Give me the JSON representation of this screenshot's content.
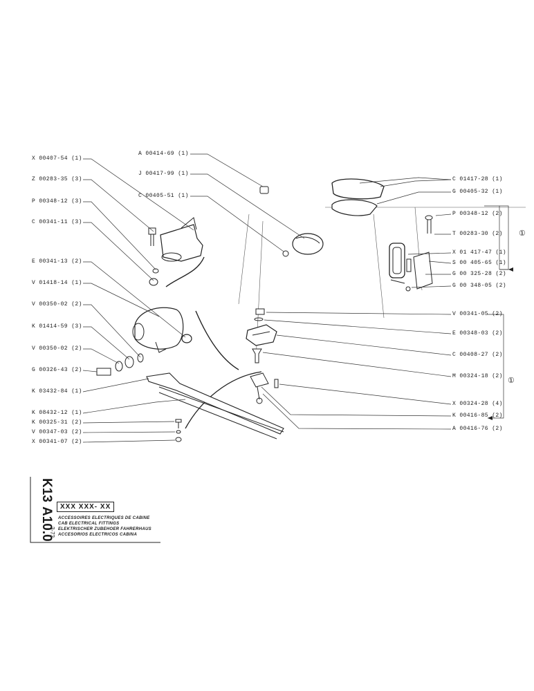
{
  "left_labels": [
    {
      "text": "X 00407-54 (1)"
    },
    {
      "text": "Z 00283-35 (3)"
    },
    {
      "text": "P 00348-12 (3)"
    },
    {
      "text": "C 00341-11 (3)"
    },
    {
      "text": "E 00341-13 (2)"
    },
    {
      "text": "V 01418-14 (1)"
    },
    {
      "text": "V 00350-02 (2)"
    },
    {
      "text": "K 01414-59 (3)"
    },
    {
      "text": "V 00350-02 (2)"
    },
    {
      "text": "G 00326-43 (2)"
    },
    {
      "text": "K 03432-84 (1)"
    },
    {
      "text": "K 08432-12 (1)"
    },
    {
      "text": "K 00325-31 (2)"
    },
    {
      "text": "V 00347-03 (2)"
    },
    {
      "text": "X 00341-07 (2)"
    }
  ],
  "top_labels": [
    {
      "text": "A 00414-69 (1)"
    },
    {
      "text": "J 00417-99 (1)"
    },
    {
      "text": "C 00405-51 (1)"
    }
  ],
  "right_labels": [
    {
      "text": "C 01417-28 (1)"
    },
    {
      "text": "G 00405-32 (1)"
    },
    {
      "text": "P 00348-12 (2)"
    },
    {
      "text": "T 00283-30 (2)"
    },
    {
      "text": "X 01 417-47 (1)"
    },
    {
      "text": "S 00 405-65 (1)"
    },
    {
      "text": "G 00 325-28 (2)"
    },
    {
      "text": "G 00 348-05 (2)"
    },
    {
      "text": "V 00341-05 (2)"
    },
    {
      "text": "E 00348-03 (2)"
    },
    {
      "text": "C 00408-27 (2)"
    },
    {
      "text": "M 00324-18 (2)"
    },
    {
      "text": "X 00324-28 (4)"
    },
    {
      "text": "K 00416-85 (2)"
    },
    {
      "text": "A 00416-76 (2)"
    }
  ],
  "group_markers": [
    "①",
    "①"
  ],
  "title_block": {
    "group_code": "K13",
    "sheet_code": "A10.0",
    "date": "3-73",
    "reference": "XXX XXX- XX",
    "lines": [
      "ACCESSOIRES ELECTRIQUES DE CABINE",
      "CAB ELECTRICAL FITTINGS",
      "ELEKTRISCHER ZUBEHOER FAHRERHAUS",
      "ACCESORIOS ELECTRICOS CABINA"
    ]
  }
}
